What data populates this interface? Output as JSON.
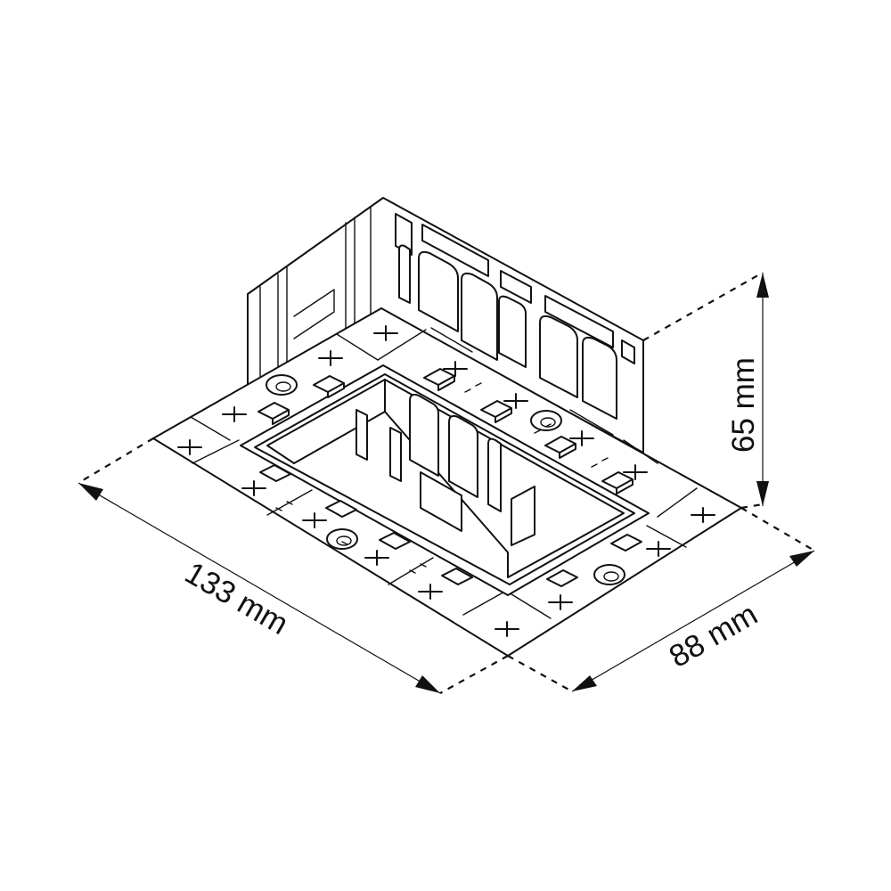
{
  "dimensions": {
    "length": "133 mm",
    "width": "88 mm",
    "height": "65 mm"
  }
}
